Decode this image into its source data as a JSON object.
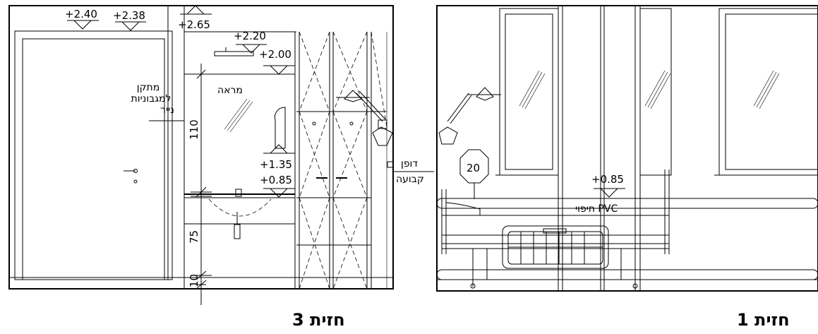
{
  "elevation_3": {
    "title": "חזית 3",
    "levels": {
      "lvl_240": "+2.40",
      "lvl_238": "+2.38",
      "lvl_265": "+2.65",
      "lvl_220": "+2.20",
      "lvl_200": "+2.00",
      "lvl_135": "+1.35",
      "lvl_085": "+0.85"
    },
    "labels": {
      "mirror": "מראה",
      "dispenser_1": "מתקן",
      "dispenser_2": "למגבוניות",
      "dispenser_3": "נייר",
      "cabinet_1": "דופן",
      "cabinet_2": "קבועה"
    },
    "dims": {
      "d110": "110",
      "d75": "75",
      "d10": "10"
    }
  },
  "elevation_1": {
    "title": "חזית 1",
    "levels": {
      "lvl_085": "+0.85"
    },
    "labels": {
      "pvc": "חיפוי PVC",
      "clock": "20"
    }
  }
}
